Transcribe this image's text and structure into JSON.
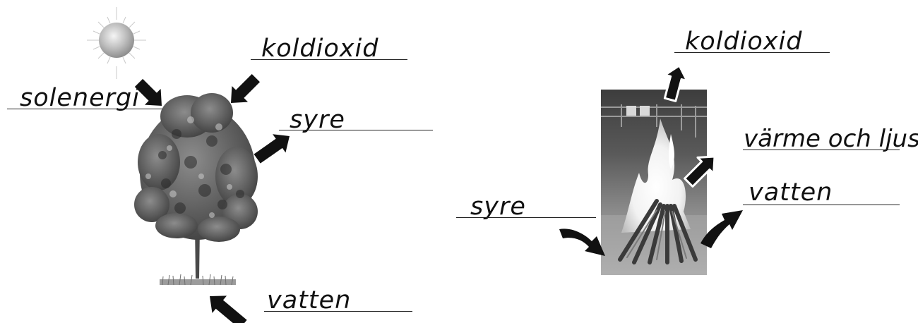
{
  "photosynthesis": {
    "sun_label": "solenergi",
    "co2_label": "koldioxid",
    "oxygen_label": "syre",
    "water_label": "vatten"
  },
  "combustion": {
    "co2_label": "koldioxid",
    "heat_light_label": "värme och ljus",
    "water_label": "vatten",
    "oxygen_label": "syre"
  },
  "colors": {
    "arrow": "#111111",
    "arrow_outline": "#ffffff",
    "line": "#222222",
    "text": "#111111"
  },
  "icons": [
    "sun-icon",
    "tree-icon",
    "bonfire-icon"
  ]
}
